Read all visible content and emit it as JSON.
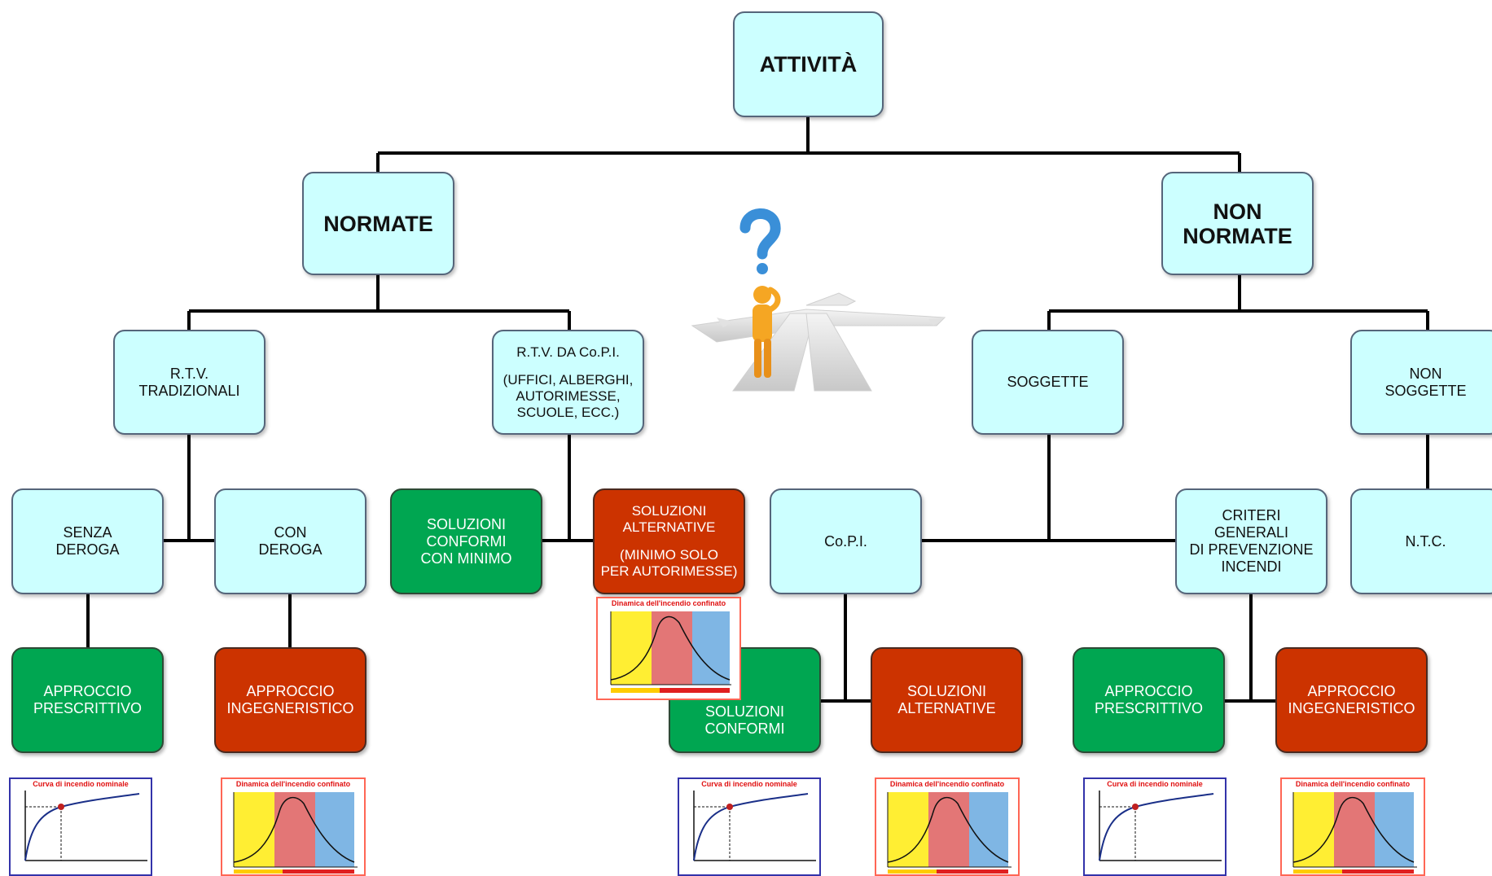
{
  "nodes": {
    "attivita": "ATTIVITÀ",
    "normate": "NORMATE",
    "non_normate": [
      "NON",
      "NORMATE"
    ],
    "rtv_tradizionali": [
      "R.T.V.",
      "TRADIZIONALI"
    ],
    "rtv_copi": [
      "R.T.V. DA Co.P.I.",
      "(UFFICI, ALBERGHI,",
      "AUTORIMESSE,",
      "SCUOLE, ECC.)"
    ],
    "soggette": "SOGGETTE",
    "non_soggette": [
      "NON",
      "SOGGETTE"
    ],
    "senza_deroga": [
      "SENZA",
      "DEROGA"
    ],
    "con_deroga": [
      "CON",
      "DEROGA"
    ],
    "soluzioni_conformi_minimo": [
      "SOLUZIONI",
      "CONFORMI",
      "CON MINIMO"
    ],
    "soluzioni_alternative_minimo": [
      "SOLUZIONI",
      "ALTERNATIVE",
      "(MINIMO SOLO",
      "PER AUTORIMESSE)"
    ],
    "copi": "Co.P.I.",
    "criteri_generali": [
      "CRITERI",
      "GENERALI",
      "DI PREVENZIONE",
      "INCENDI"
    ],
    "ntc": "N.T.C.",
    "approccio_prescrittivo_1": [
      "APPROCCIO",
      "PRESCRITTIVO"
    ],
    "approccio_ingegneristico_1": [
      "APPROCCIO",
      "INGEGNERISTICO"
    ],
    "soluzioni_conformi": [
      "SOLUZIONI",
      "CONFORMI"
    ],
    "soluzioni_alternative": [
      "SOLUZIONI",
      "ALTERNATIVE"
    ],
    "approccio_prescrittivo_2": [
      "APPROCCIO",
      "PRESCRITTIVO"
    ],
    "approccio_ingegneristico_2": [
      "APPROCCIO",
      "INGEGNERISTICO"
    ]
  },
  "thumbnails": {
    "curve_title": "Curva di incendio nominale",
    "fire_title": "Dinamica dell'incendio confinato"
  },
  "colors": {
    "light_node": "#ccffff",
    "green_node": "#00a651",
    "red_node": "#cc3300",
    "connector": "#000000"
  },
  "icons": {
    "figure": "thinking-person-crossroads-icon"
  }
}
